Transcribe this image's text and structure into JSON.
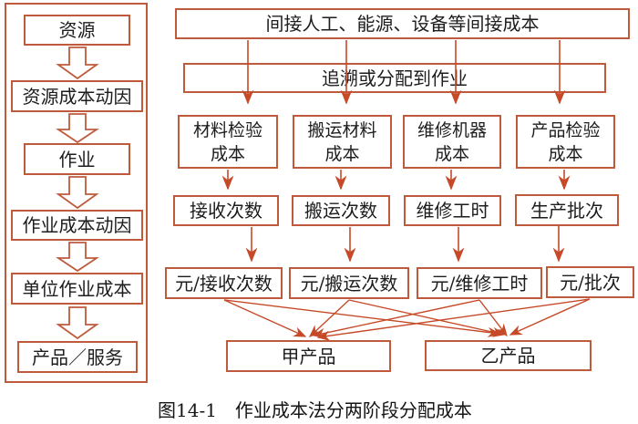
{
  "diagram": {
    "title_caption": "图14-1　作业成本法分两阶段分配成本",
    "colors": {
      "box_border": "#bf5b3c",
      "connector_line": "#c64a28",
      "text": "#1d1d1d",
      "background": "#ffffff"
    },
    "left_column": {
      "boxes": [
        "资源",
        "资源成本动因",
        "作业",
        "作业成本动因",
        "单位作业成本",
        "产品／服务"
      ]
    },
    "right": {
      "indirect_cost_box": "间接人工、能源、设备等间接成本",
      "trace_box": "追溯或分配到作业",
      "activity_cost_boxes": [
        {
          "line1": "材料检验",
          "line2": "成本"
        },
        {
          "line1": "搬运材料",
          "line2": "成本"
        },
        {
          "line1": "维修机器",
          "line2": "成本"
        },
        {
          "line1": "产品检验",
          "line2": "成本"
        }
      ],
      "driver_boxes": [
        "接收次数",
        "搬运次数",
        "维修工时",
        "生产批次"
      ],
      "rate_boxes": [
        "元/接收次数",
        "元/搬运次数",
        "元/维修工时",
        "元/批次"
      ],
      "product_boxes": [
        "甲产品",
        "乙产品"
      ]
    }
  }
}
